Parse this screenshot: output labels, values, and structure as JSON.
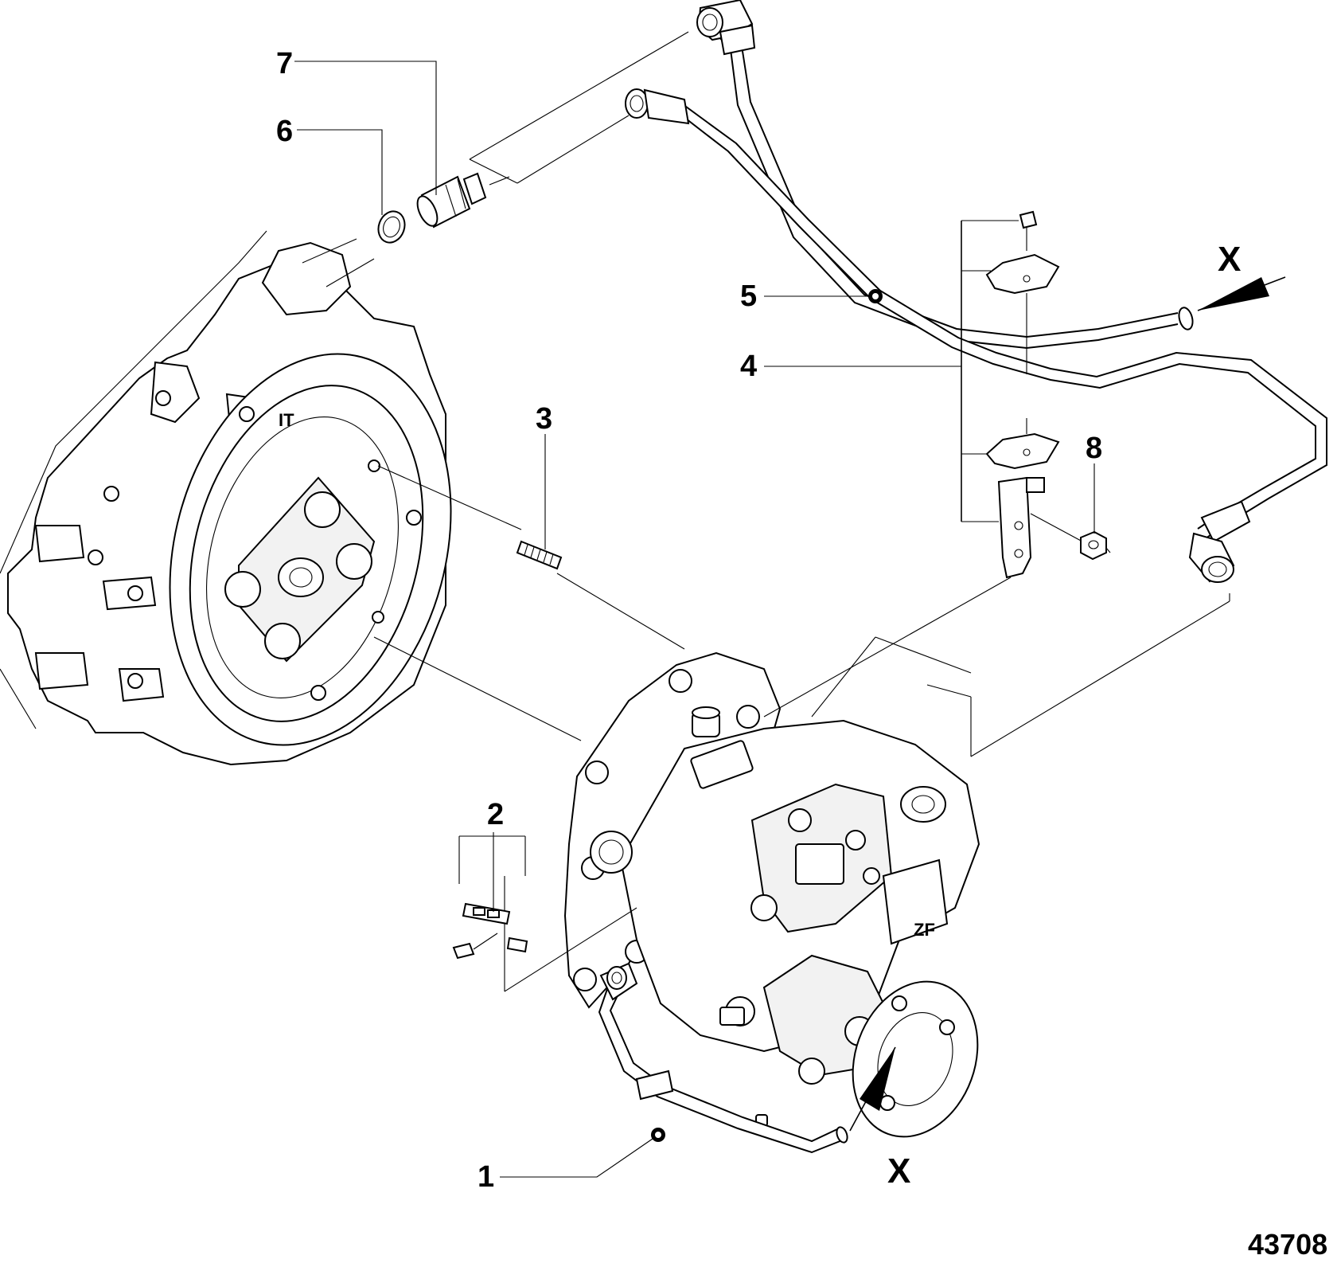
{
  "figure_number": "43708",
  "section_marker": "X",
  "callouts": [
    {
      "id": "1",
      "label": "1"
    },
    {
      "id": "2",
      "label": "2"
    },
    {
      "id": "3",
      "label": "3"
    },
    {
      "id": "4",
      "label": "4"
    },
    {
      "id": "5",
      "label": "5"
    },
    {
      "id": "6",
      "label": "6"
    },
    {
      "id": "7",
      "label": "7"
    },
    {
      "id": "8",
      "label": "8"
    }
  ]
}
